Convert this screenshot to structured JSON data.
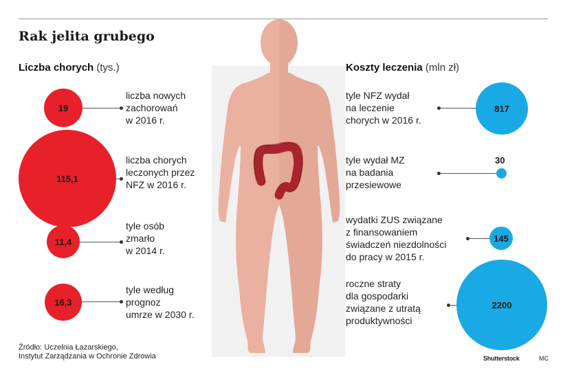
{
  "title": "Rak jelita grubego",
  "left_section": {
    "heading": "Liczba chorych",
    "unit": "(tys.)"
  },
  "right_section": {
    "heading": "Koszty leczenia",
    "unit": "(mln zł)"
  },
  "patients": [
    {
      "value": "19",
      "lines": [
        "liczba nowych",
        "zachorowań",
        "w 2016 r."
      ]
    },
    {
      "value": "115,1",
      "lines": [
        "liczba chorych",
        "leczonych przez",
        "NFZ w 2016 r."
      ]
    },
    {
      "value": "11,4",
      "lines": [
        "tyle osób",
        "zmarło",
        "w 2014 r."
      ]
    },
    {
      "value": "16,3",
      "lines": [
        "tyle według",
        "prognoz",
        "umrze w 2030 r."
      ]
    }
  ],
  "costs": [
    {
      "value": "817",
      "lines": [
        "tyle NFZ wydał",
        "na leczenie",
        "chorych w 2016 r."
      ]
    },
    {
      "value": "30",
      "lines": [
        "tyle wydał MZ",
        "na badania",
        "przesiewowe"
      ]
    },
    {
      "value": "145",
      "lines": [
        "wydatki ZUS związane",
        "z finansowaniem",
        "świadczeń niezdolności",
        "do pracy w 2015 r."
      ]
    },
    {
      "value": "2200",
      "lines": [
        "roczne straty",
        "dla gospodarki",
        "związane z utratą",
        "produktywności"
      ]
    }
  ],
  "source": {
    "lines": [
      "Źródło: Uczelnia Łazarskiego,",
      "Instytut Zarządzania w Ochronie Zdrowia"
    ]
  },
  "credits": {
    "stock": "Shutterstock",
    "author": "MC"
  },
  "colors": {
    "patients": "#e8202a",
    "costs": "#19a9e4",
    "body": "#eab0a0",
    "colon": "#a8242e"
  }
}
